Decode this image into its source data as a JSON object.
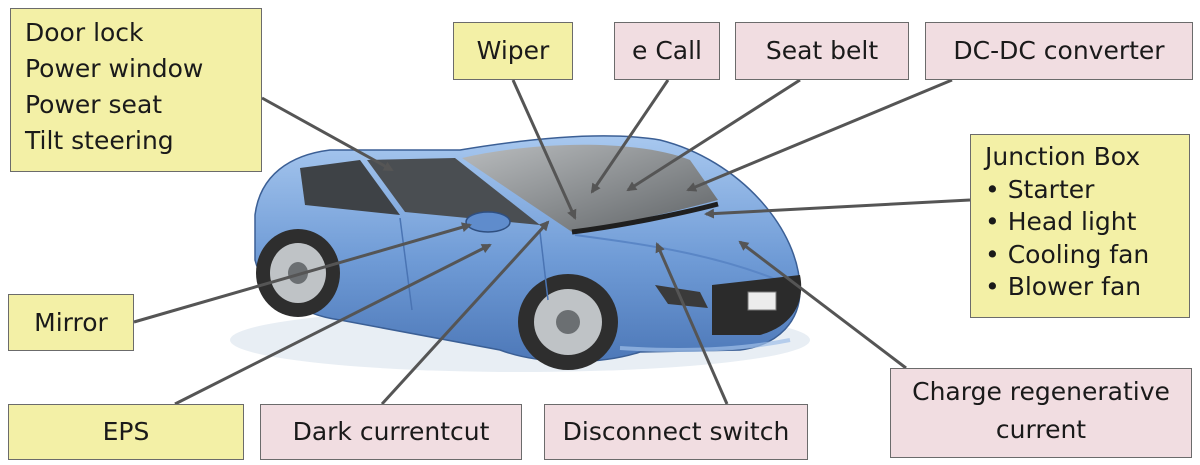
{
  "boxes": {
    "door_features": [
      "Door lock",
      "Power window",
      "Power seat",
      "Tilt steering"
    ],
    "wiper": "Wiper",
    "ecall": "e Call",
    "seat_belt": "Seat belt",
    "dcdc": "DC-DC converter",
    "junction": {
      "title": "Junction Box",
      "items": [
        "• Starter",
        "• Head light",
        "• Cooling fan",
        "• Blower fan"
      ]
    },
    "mirror": "Mirror",
    "eps": "EPS",
    "dark_current": "Dark currentcut",
    "disconnect": "Disconnect switch",
    "charge_regen": [
      "Charge regenerative",
      "current"
    ]
  },
  "colors": {
    "yellow_box": "#f3f0a6",
    "pink_box": "#f1dde1",
    "car_body": "#6f9bd6",
    "arrow": "#555555"
  }
}
